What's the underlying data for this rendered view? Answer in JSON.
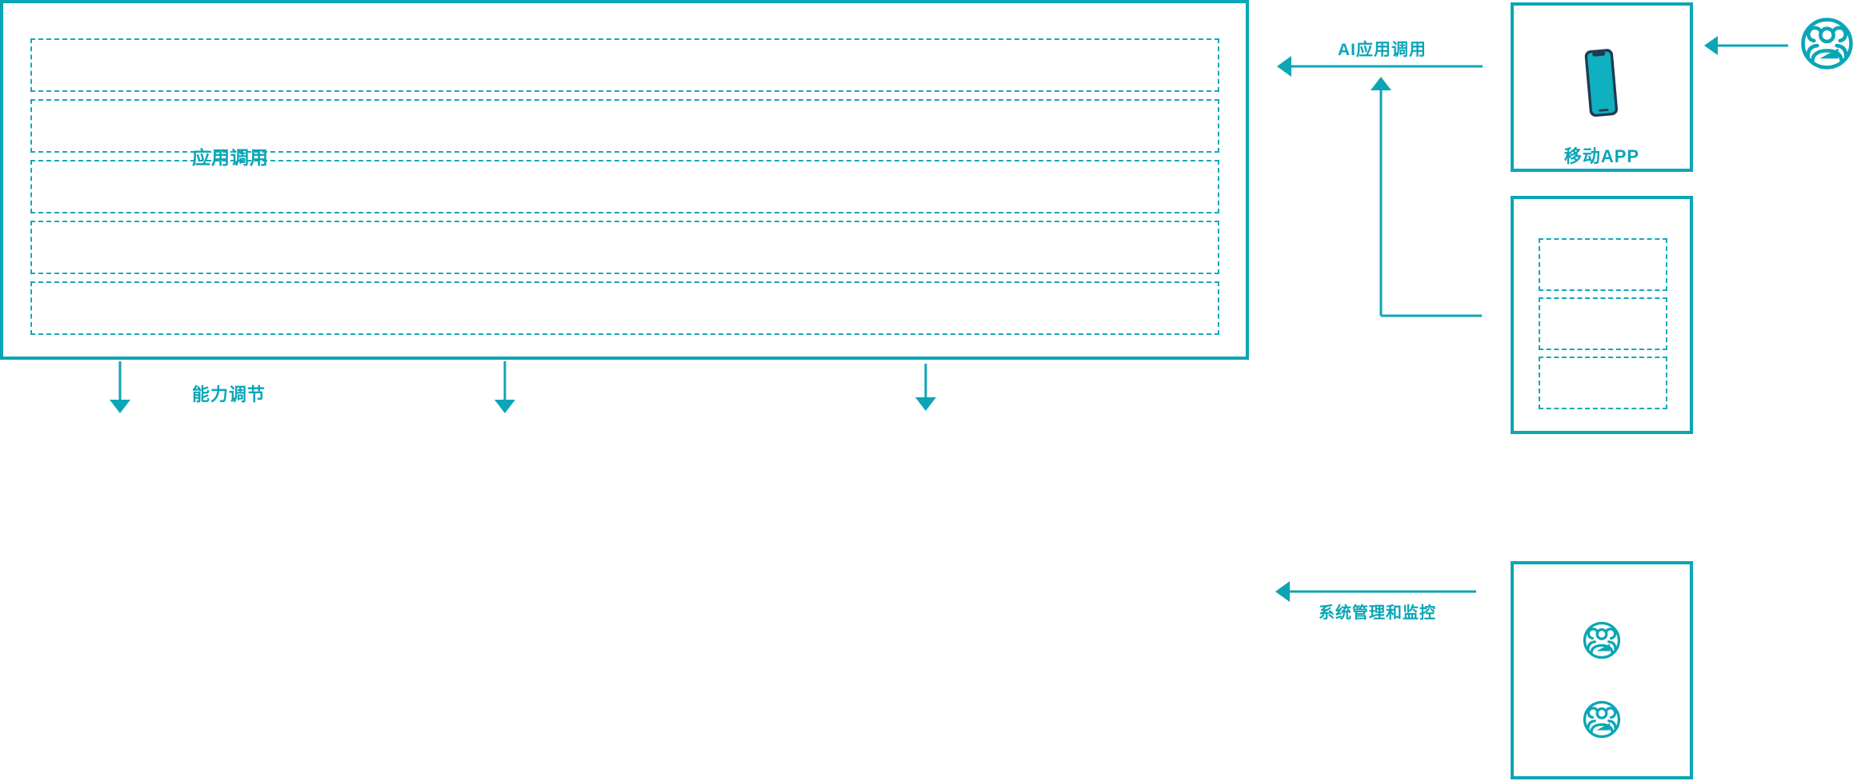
{
  "colors": {
    "accent": "#0aa6b6",
    "dashed_border": "#12a9b9",
    "phone_frame": "#1e3b54",
    "phone_screen": "#0fb0c0",
    "background": "#ffffff"
  },
  "connectors": {
    "app_call": {
      "label": "应用调用",
      "direction": "down"
    },
    "capability_adjust": {
      "label": "能力调节",
      "direction": "down"
    },
    "ai_app_call": {
      "label": "AI应用调用",
      "direction": "left"
    },
    "system_monitor": {
      "label": "系统管理和监控",
      "direction": "left"
    }
  },
  "layers": {
    "application_layer": {
      "placeholder_count": 4
    },
    "capability_layer": {
      "rows": 2,
      "cols": 5,
      "placeholder_count": 10
    },
    "platform_layer": {
      "row_count": 5
    }
  },
  "right_panel": {
    "mobile_app": {
      "label": "移动APP",
      "icon": "smartphone-icon"
    },
    "gateway_box": {
      "placeholder_count": 3
    },
    "users_box": {
      "icon": "user-group-icon",
      "icon_count": 2
    },
    "top_user": {
      "icon": "user-group-icon"
    }
  }
}
